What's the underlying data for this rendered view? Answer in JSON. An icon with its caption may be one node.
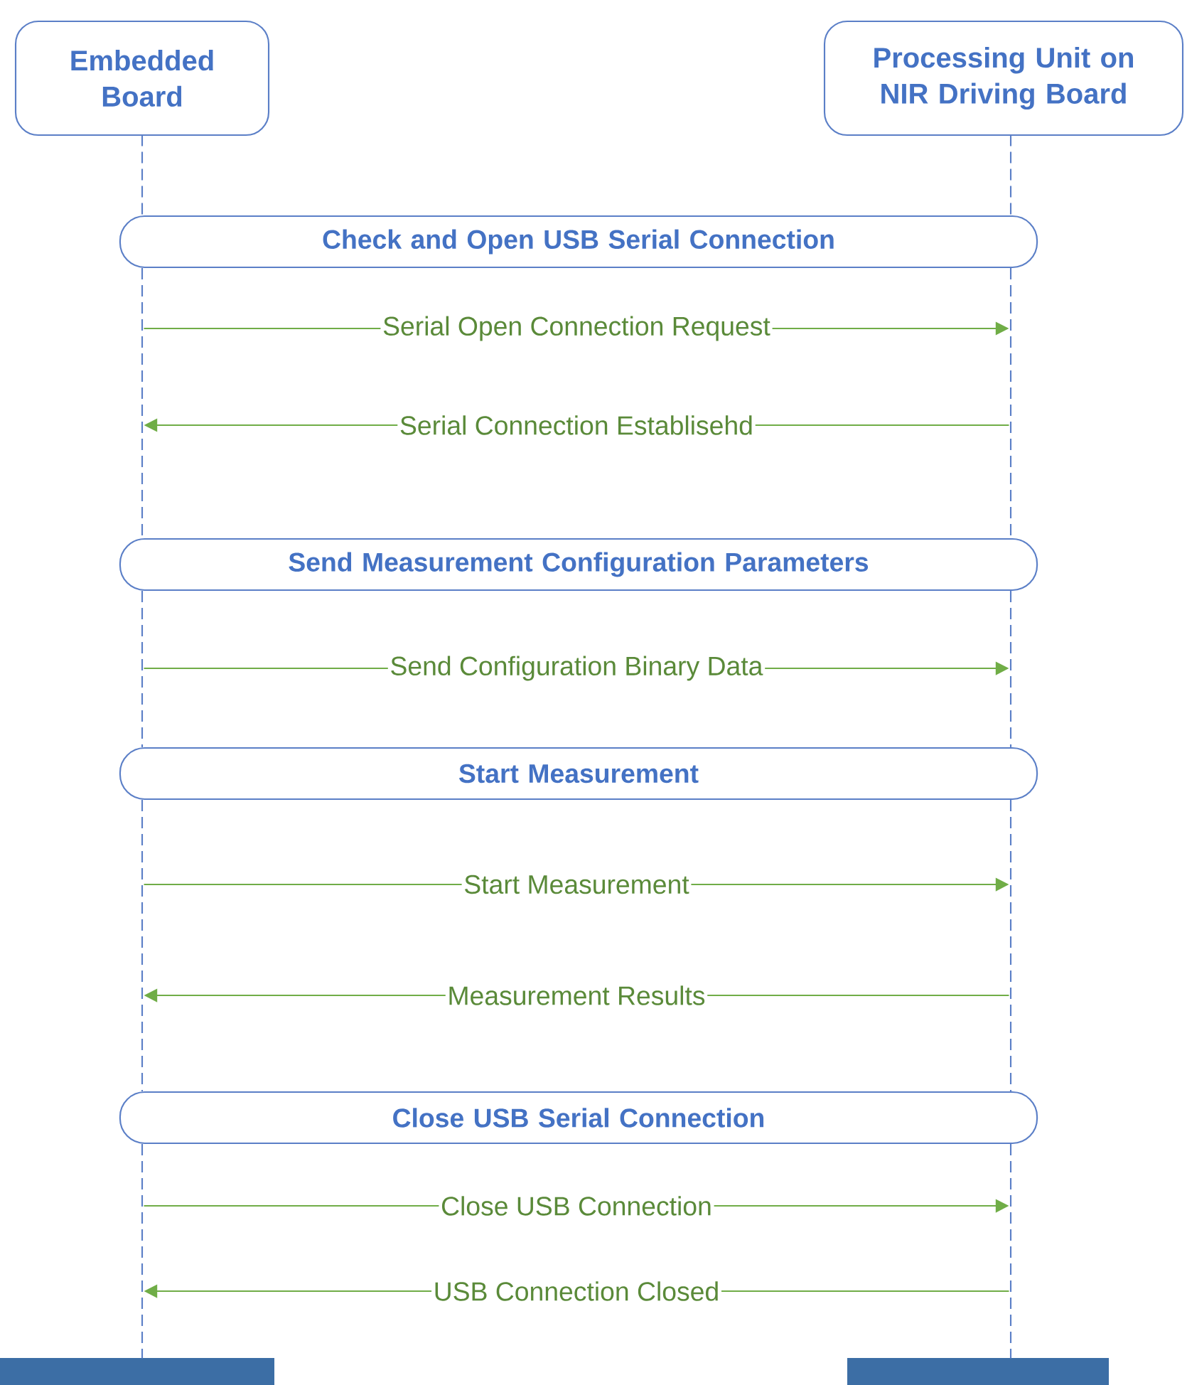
{
  "diagram": {
    "nodes": [
      {
        "text": [
          "Embedded Board"
        ]
      },
      {
        "text": [
          "Processing Unit on NIR Driving Board"
        ]
      },
      {
        "text": [
          "Check and Open USB Serial Connection"
        ]
      },
      {
        "text": [
          "Send Measurement Configuration Parameters"
        ]
      },
      {
        "text": [
          "Start Measurement"
        ]
      },
      {
        "text": [
          "Close USB Serial Connection"
        ]
      },
      {
        "text": [],
        "shape": "bar"
      },
      {
        "text": [],
        "shape": "bar"
      },
      {
        "text": [],
        "shape": "line"
      },
      {
        "text": [],
        "shape": "line"
      }
    ],
    "edges": [
      {
        "from": 8,
        "to": 9,
        "arrow": "to",
        "label": "Serial Open Connection Request"
      },
      {
        "from": 9,
        "to": 8,
        "arrow": "to",
        "label": "Serial Connection Establisehd"
      },
      {
        "from": 8,
        "to": 9,
        "arrow": "to",
        "label": "Send Configuration Binary Data"
      },
      {
        "from": 8,
        "to": 9,
        "arrow": "to",
        "label": "Start Measurement"
      },
      {
        "from": 9,
        "to": 8,
        "arrow": "to",
        "label": "Measurement Results"
      },
      {
        "from": 8,
        "to": 9,
        "arrow": "to",
        "label": "Close USB Connection"
      },
      {
        "from": 9,
        "to": 8,
        "arrow": "to",
        "label": "USB Connection Closed"
      }
    ]
  }
}
